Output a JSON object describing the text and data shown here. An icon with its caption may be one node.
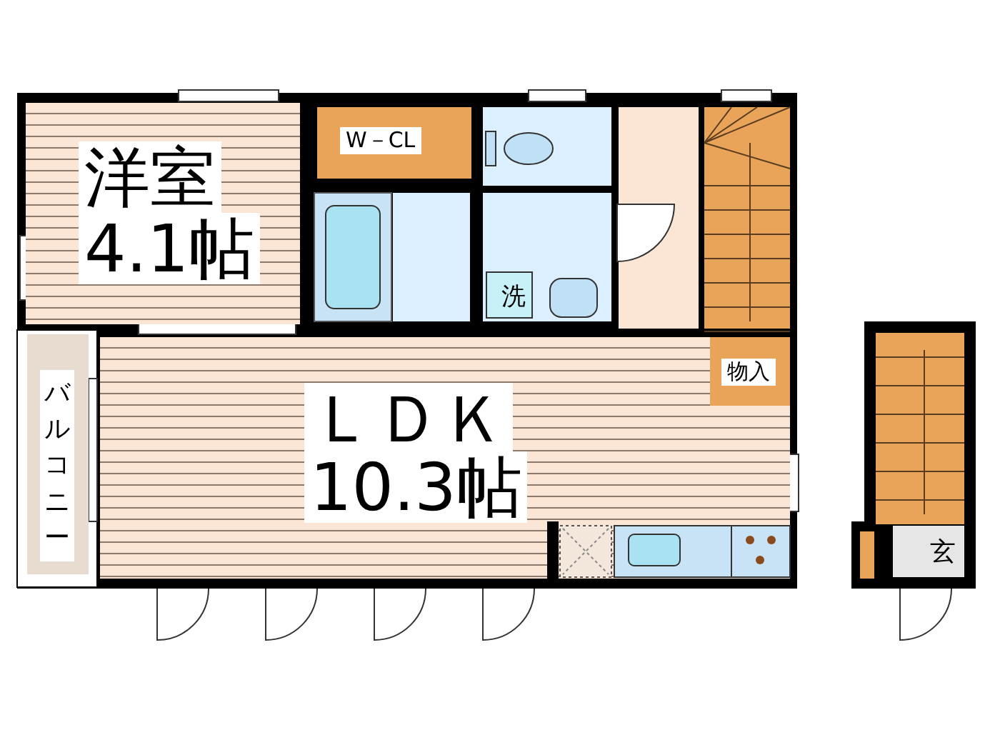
{
  "diagram": {
    "nodes": [
      {
        "text": [
          "洋室",
          "4.1帖"
        ]
      },
      {
        "text": [
          "W－CL"
        ]
      },
      {
        "text": [
          "洗"
        ]
      },
      {
        "text": [
          "ＬＤＫ",
          "10.3帖"
        ]
      },
      {
        "text": [
          "物入"
        ],
        "in": 3
      },
      {
        "text": [
          "バルコニー"
        ]
      },
      {
        "text": [
          "玄"
        ]
      }
    ]
  }
}
